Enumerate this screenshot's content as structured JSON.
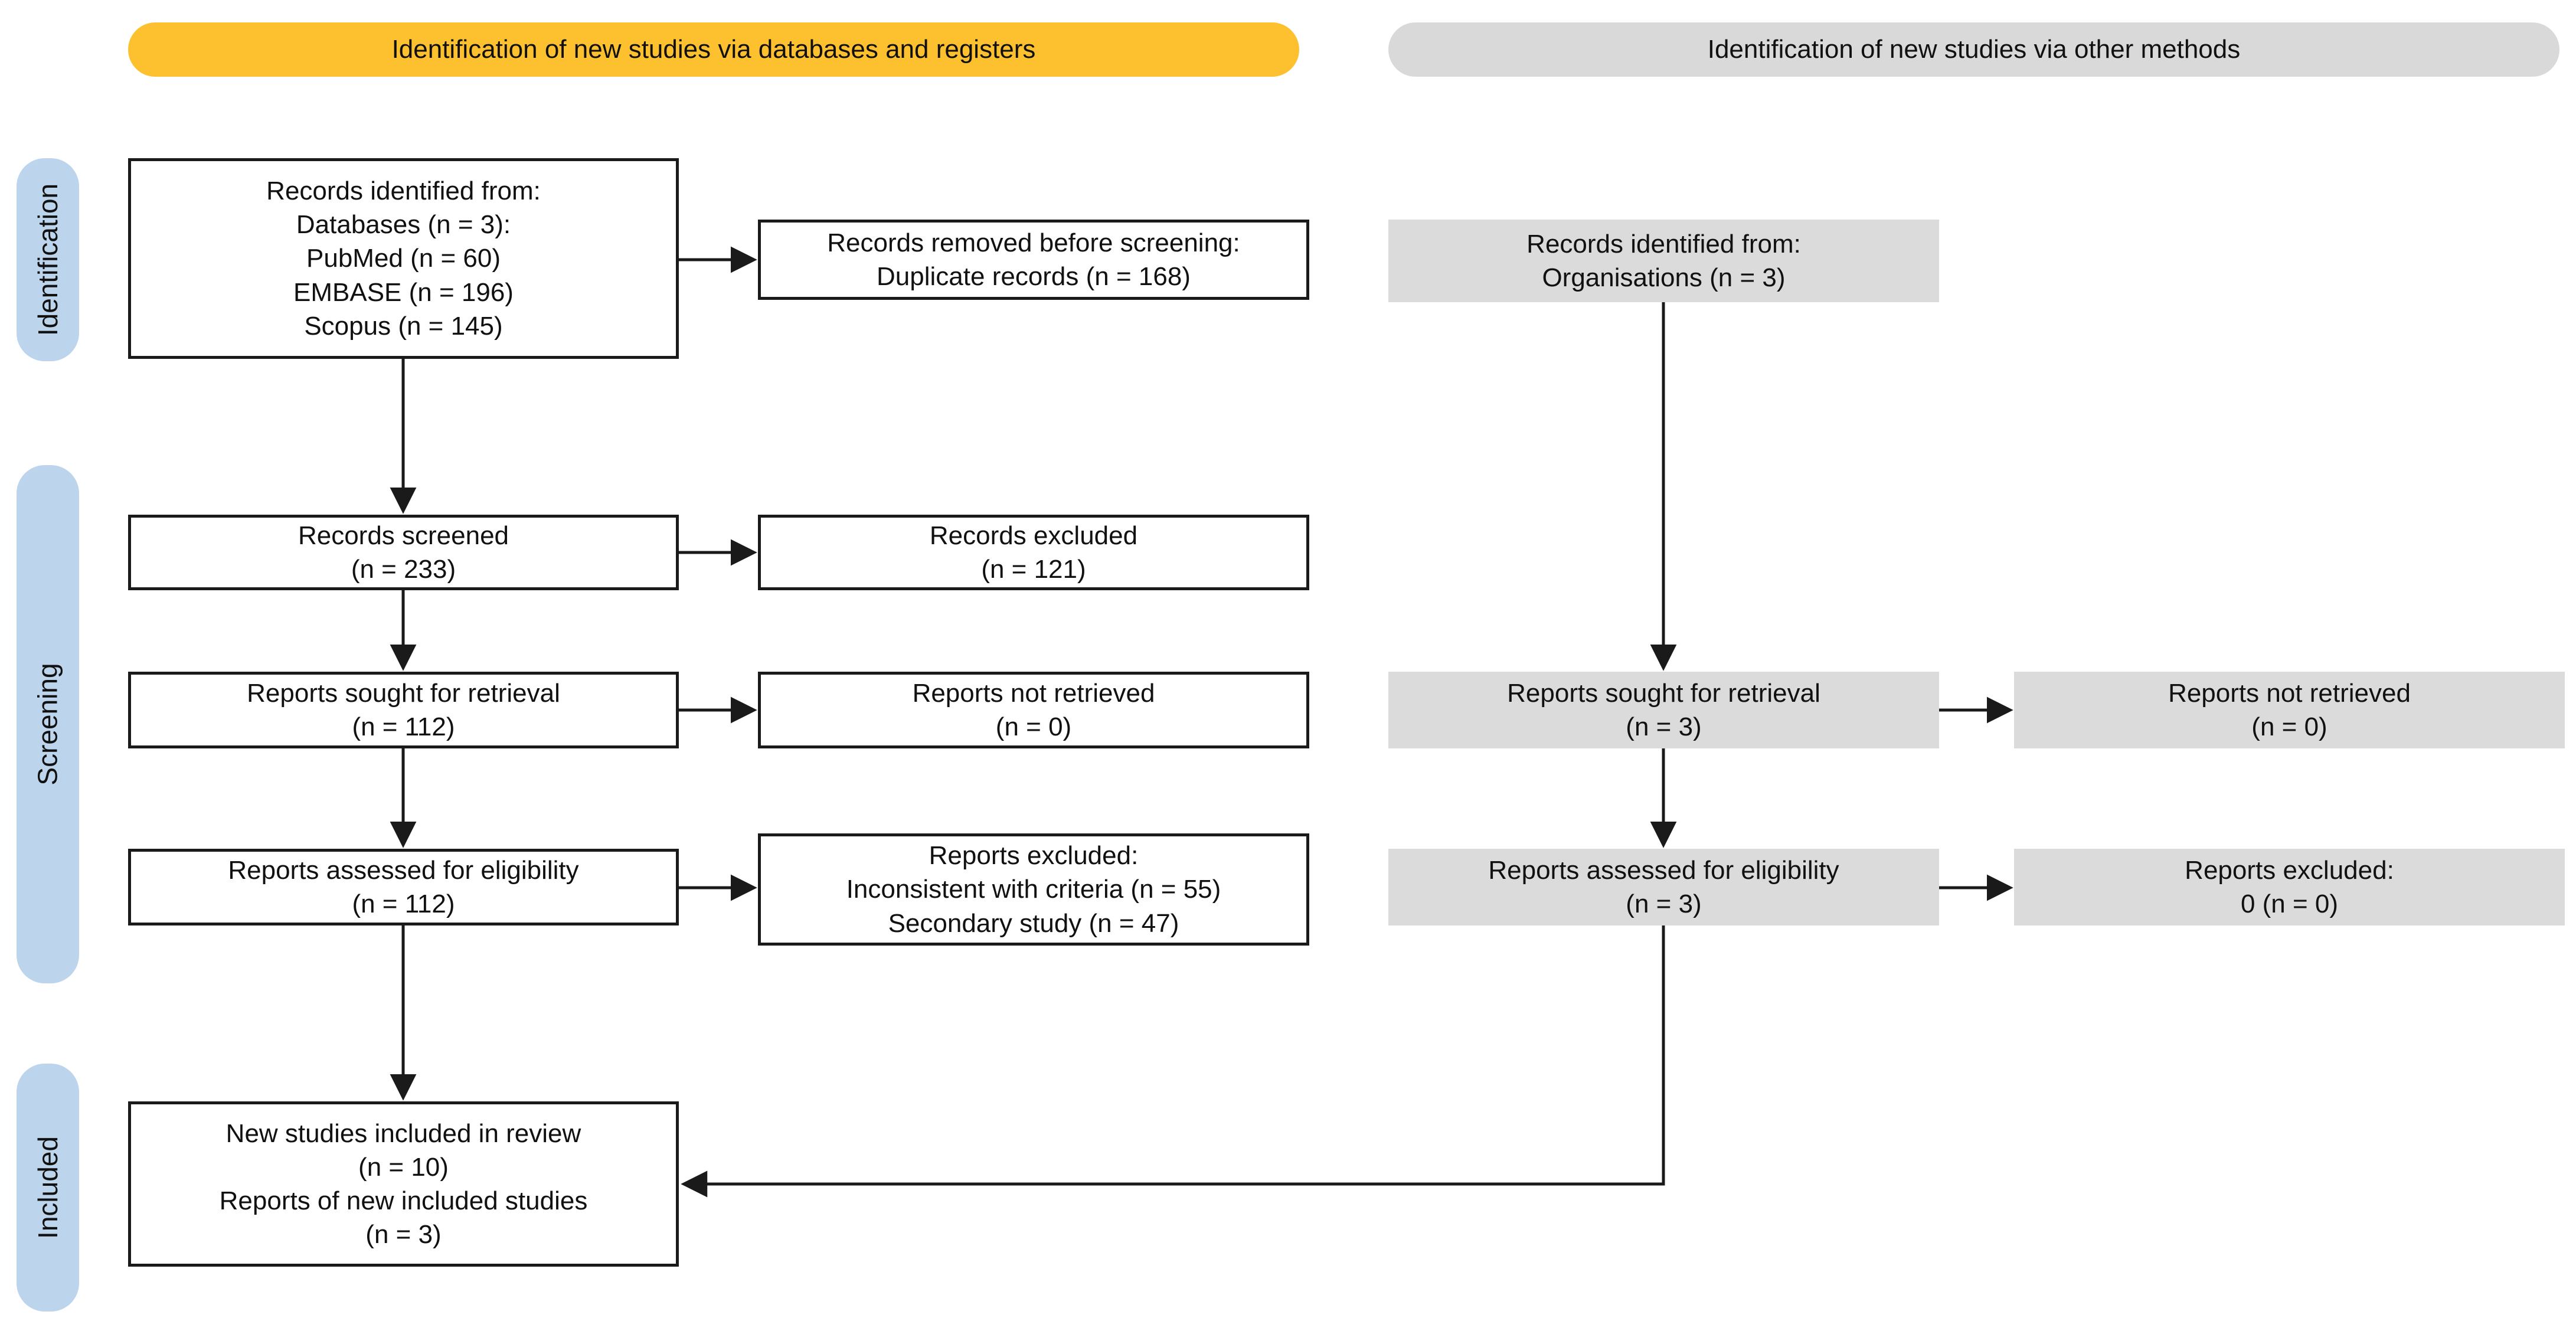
{
  "banners": {
    "databases": "Identification of new studies via databases and registers",
    "other": "Identification of new studies via other methods"
  },
  "stages": [
    {
      "label": "Identification"
    },
    {
      "label": "Screening"
    },
    {
      "label": "Included"
    }
  ],
  "boxes": {
    "records_identified_db": [
      "Records identified from:",
      "Databases (n = 3):",
      "PubMed (n = 60)",
      "EMBASE (n = 196)",
      "Scopus (n = 145)"
    ],
    "records_removed": [
      "Records removed before screening:",
      "Duplicate records (n = 168)"
    ],
    "records_identified_other": [
      "Records identified from:",
      "Organisations (n = 3)"
    ],
    "records_screened": [
      "Records screened",
      "(n = 233)"
    ],
    "records_excluded": [
      "Records excluded",
      "(n = 121)"
    ],
    "reports_sought_db": [
      "Reports sought for retrieval",
      "(n = 112)"
    ],
    "reports_not_retrieved_db": [
      "Reports not retrieved",
      "(n = 0)"
    ],
    "reports_sought_other": [
      "Reports sought for retrieval",
      "(n = 3)"
    ],
    "reports_not_retrieved_other": [
      "Reports not retrieved",
      "(n = 0)"
    ],
    "reports_assessed_db": [
      "Reports assessed for eligibility",
      "(n = 112)"
    ],
    "reports_excluded_db": [
      "Reports excluded:",
      "Inconsistent with criteria (n = 55)",
      "Secondary study (n = 47)"
    ],
    "reports_assessed_other": [
      "Reports assessed for eligibility",
      "(n = 3)"
    ],
    "reports_excluded_other": [
      "Reports excluded:",
      "0 (n = 0)"
    ],
    "included": [
      "New studies included in review",
      "(n = 10)",
      "Reports of new included studies",
      "(n = 3)"
    ]
  },
  "colors": {
    "banner_yellow": "#FDC02F",
    "banner_gray": "#D9D9D9",
    "box_gray": "#DBDBDB",
    "stage_blue": "#BCD4EC",
    "line_black": "#1A1A1A"
  }
}
